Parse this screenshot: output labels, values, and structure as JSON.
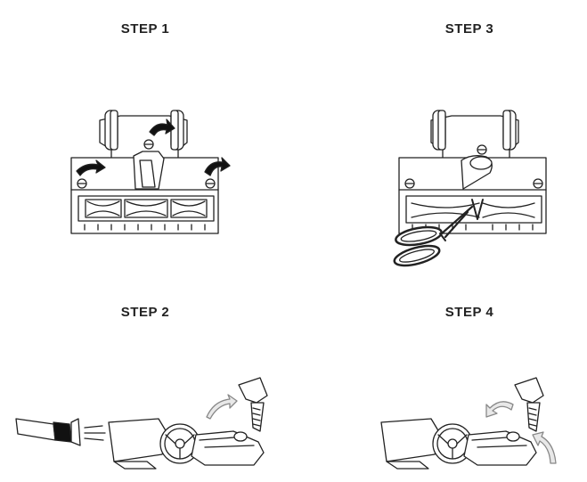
{
  "steps": [
    {
      "title": "STEP 1"
    },
    {
      "title": "STEP 3"
    },
    {
      "title": "STEP 2"
    },
    {
      "title": "STEP 4"
    }
  ]
}
